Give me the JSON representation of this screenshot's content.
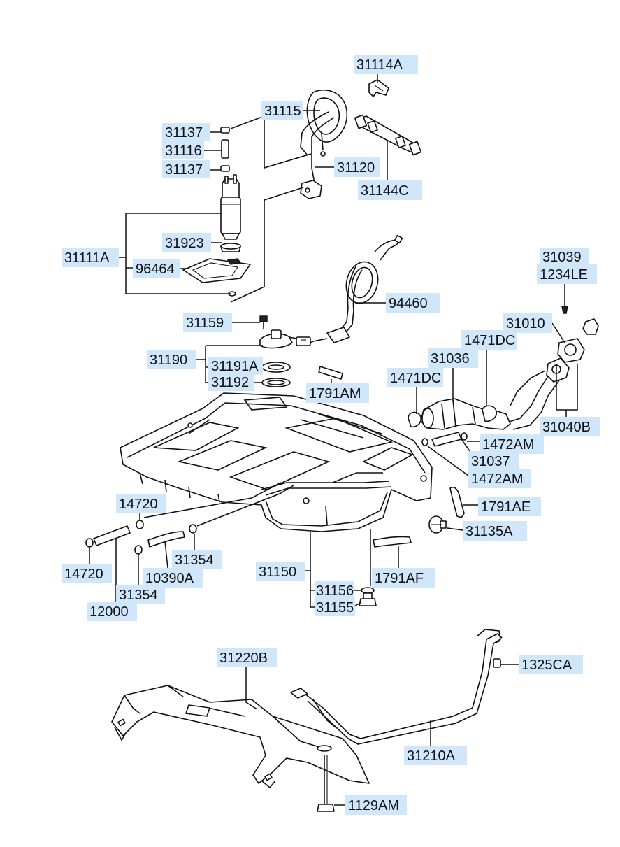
{
  "part_labels": {
    "p31114A": "31114A",
    "p31115": "31115",
    "p31137a": "31137",
    "p31116": "31116",
    "p31137b": "31137",
    "p31120": "31120",
    "p31144C": "31144C",
    "p31923": "31923",
    "p31111A": "31111A",
    "p96464": "96464",
    "p94460": "94460",
    "p31039": "31039",
    "p1234LE": "1234LE",
    "p31010": "31010",
    "p31159": "31159",
    "p1471DCa": "1471DC",
    "p31036": "31036",
    "p31190": "31190",
    "p31191A": "31191A",
    "p31192": "31192",
    "p1471DCb": "1471DC",
    "p1791AM": "1791AM",
    "p31040B": "31040B",
    "p1472AMa": "1472AM",
    "p31037": "31037",
    "p1472AMb": "1472AM",
    "p14720a": "14720",
    "p1791AE": "1791AE",
    "p31135A": "31135A",
    "p31354a": "31354",
    "p14720b": "14720",
    "p31150": "31150",
    "p10390A": "10390A",
    "p1791AF": "1791AF",
    "p31354b": "31354",
    "p31156": "31156",
    "p12000": "12000",
    "p31155": "31155",
    "p31220B": "31220B",
    "p1325CA": "1325CA",
    "p31210A": "31210A",
    "p1129AM": "1129AM"
  }
}
